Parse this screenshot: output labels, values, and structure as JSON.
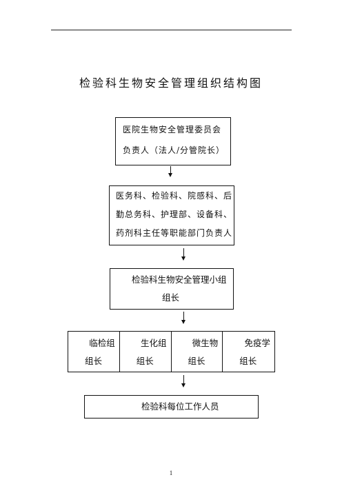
{
  "document": {
    "title": "检验科生物安全管理组织结构图",
    "page_number": "1"
  },
  "org_chart": {
    "committee": {
      "line1": "医院生物安全管理委员会",
      "line2": "负责人（法人/分管院长）"
    },
    "departments": {
      "line1": "医务科、检验科、院感科、后",
      "line2": "勤总务科、护理部、设备科、",
      "line3": "药剂科主任等职能部门负责人"
    },
    "safety_group": {
      "line1": "检验科生物安全管理小组",
      "line2": "组长"
    },
    "teams": [
      {
        "name": "临检组",
        "lead": "组长"
      },
      {
        "name": "生化组",
        "lead": "组长"
      },
      {
        "name": "微生物",
        "lead": "组长"
      },
      {
        "name": "免疫学",
        "lead": "组长"
      }
    ],
    "staff": {
      "label": "检验科每位工作人员"
    }
  }
}
